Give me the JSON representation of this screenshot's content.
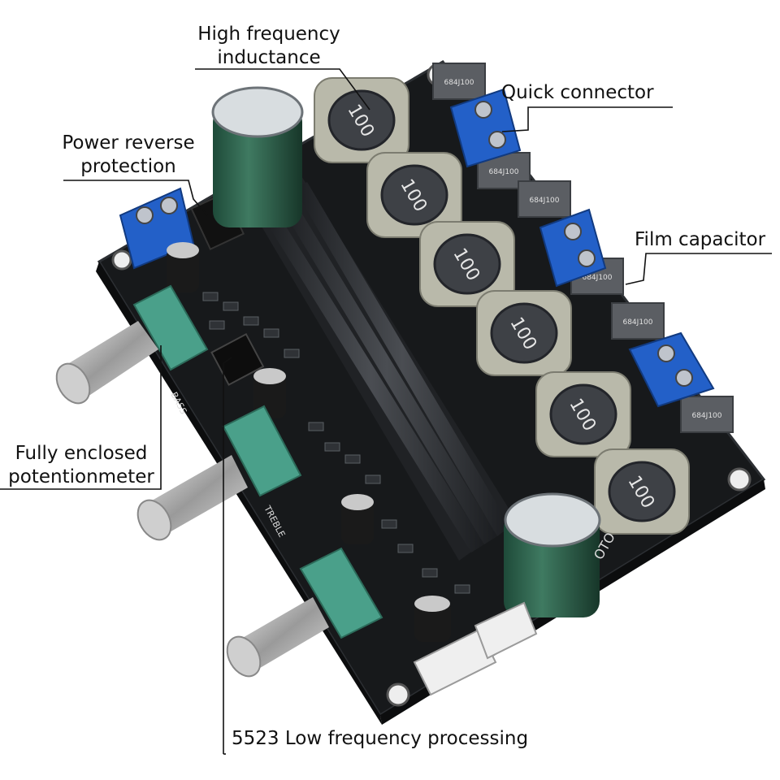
{
  "annotations": {
    "inductance": {
      "line1": "High frequency",
      "line2": "inductance"
    },
    "connector": {
      "line1": "Quick connector"
    },
    "power": {
      "line1": "Power reverse",
      "line2": "protection"
    },
    "film": {
      "line1": "Film capacitor"
    },
    "pot": {
      "line1": "Fully enclosed",
      "line2": "potentionmeter"
    },
    "lowfreq": {
      "line1": "5523 Low frequency processing"
    }
  },
  "board": {
    "inductor_marking": "100",
    "film_cap_marking": "684J100",
    "silkscreen": [
      "BASS",
      "TREBLE",
      "OTO"
    ]
  },
  "colors": {
    "pcb": "#17191b",
    "heatsink": "#2a2c2f",
    "terminal": "#2360c8",
    "pot": "#4aa08a",
    "inductor_ring": "#bdbdae",
    "capacitor": "#2c5d4a"
  }
}
